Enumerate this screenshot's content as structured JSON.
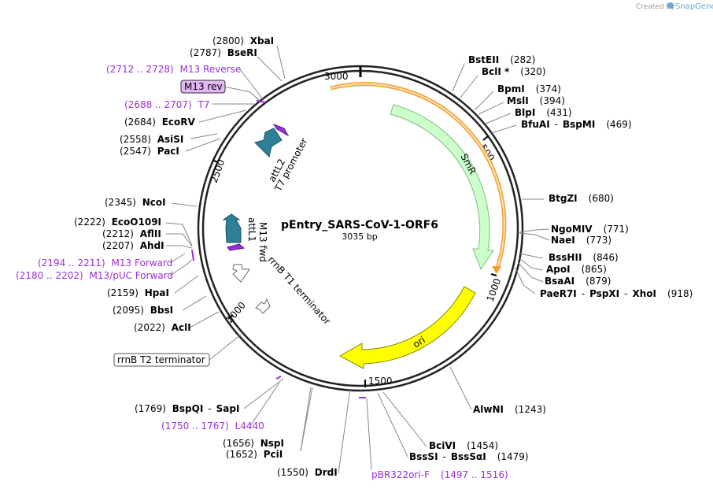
{
  "credit": {
    "prefix": "Created by",
    "brand": "SnapGene"
  },
  "plasmid": {
    "name": "pEntry_SARS-CoV-1-ORF6",
    "length_label": "3035 bp",
    "length": 3035
  },
  "ticks": [
    "500",
    "1000",
    "1500",
    "2000",
    "2500",
    "3000"
  ],
  "features": [
    {
      "label": "SmR",
      "kind": "cds"
    },
    {
      "label": "ori",
      "kind": "origin"
    },
    {
      "label": "attL2",
      "kind": "attsite"
    },
    {
      "label": "T7 promoter",
      "kind": "promoter"
    },
    {
      "label": "attL1",
      "kind": "attsite"
    },
    {
      "label": "M13 fwd",
      "kind": "primer"
    },
    {
      "label": "rrnB T1 terminator",
      "kind": "terminator"
    }
  ],
  "boxed_labels": [
    {
      "label": "M13 rev",
      "color": "#e3b7f2"
    },
    {
      "label": "rrnB T2 terminator",
      "color": "#ffffff"
    }
  ],
  "sites": [
    {
      "pos": "(2800)",
      "name": "XbaI"
    },
    {
      "pos": "(2787)",
      "name": "BseRI"
    },
    {
      "range": "(2712 .. 2728)",
      "name": "M13 Reverse",
      "primer": true
    },
    {
      "range": "(2688 .. 2707)",
      "name": "T7",
      "primer": true
    },
    {
      "pos": "(2684)",
      "name": "EcoRV"
    },
    {
      "pos": "(2558)",
      "name": "AsiSI"
    },
    {
      "pos": "(2547)",
      "name": "PacI"
    },
    {
      "pos": "(2345)",
      "name": "NcoI"
    },
    {
      "pos": "(2222)",
      "name": "EcoO109I"
    },
    {
      "pos": "(2212)",
      "name": "AflII"
    },
    {
      "pos": "(2207)",
      "name": "AhdI"
    },
    {
      "range": "(2194 .. 2211)",
      "name": "M13 Forward",
      "primer": true
    },
    {
      "range": "(2180 .. 2202)",
      "name": "M13/pUC Forward",
      "primer": true
    },
    {
      "pos": "(2159)",
      "name": "HpaI"
    },
    {
      "pos": "(2095)",
      "name": "BbsI"
    },
    {
      "pos": "(2022)",
      "name": "AclI"
    },
    {
      "name": "BstEII",
      "pos": "(282)"
    },
    {
      "name": "BclI *",
      "pos": "(320)"
    },
    {
      "name": "BpmI",
      "pos": "(374)"
    },
    {
      "name": "MslI",
      "pos": "(394)"
    },
    {
      "name": "BlpI",
      "pos": "(431)"
    },
    {
      "name": "BfuAI",
      "name2": "BspMI",
      "pos": "(469)"
    },
    {
      "name": "BtgZI",
      "pos": "(680)"
    },
    {
      "name": "NgoMIV",
      "pos": "(771)"
    },
    {
      "name": "NaeI",
      "pos": "(773)"
    },
    {
      "name": "BssHII",
      "pos": "(846)"
    },
    {
      "name": "ApoI",
      "pos": "(865)"
    },
    {
      "name": "BsaAI",
      "pos": "(879)"
    },
    {
      "name": "PaeR7I",
      "name2": "PspXI",
      "name3": "XhoI",
      "pos": "(918)"
    },
    {
      "name": "AlwNI",
      "pos": "(1243)"
    },
    {
      "name": "BciVI",
      "pos": "(1454)"
    },
    {
      "name": "BssSI",
      "name2": "BssSαI",
      "pos": "(1479)"
    },
    {
      "name": "pBR322ori-F",
      "range": "(1497 .. 1516)",
      "primer": true
    },
    {
      "pos": "(1769)",
      "name": "BspQI",
      "name2": "SapI"
    },
    {
      "range": "(1750 .. 1767)",
      "name": "L4440",
      "primer": true
    },
    {
      "pos": "(1656)",
      "name": "NspI"
    },
    {
      "pos": "(1652)",
      "name": "PciI"
    },
    {
      "pos": "(1550)",
      "name": "DrdI"
    }
  ],
  "colors": {
    "backbone": "#222222",
    "smr_fill": "#ccffcc",
    "smr_stroke": "#7bbf7b",
    "ori_fill": "#ffff00",
    "ori_stroke": "#999900",
    "orange_arc": "#f0a030",
    "att_fill": "#2f7f98",
    "primer_purple": "#9b30d9"
  }
}
